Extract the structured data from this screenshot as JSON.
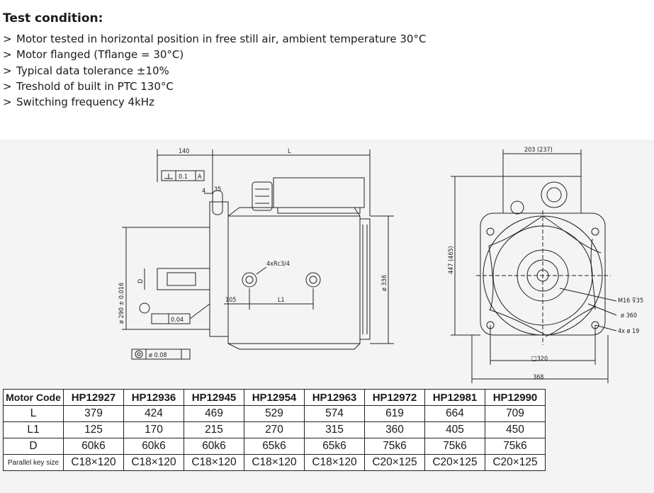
{
  "test_condition": {
    "title": "Test condition:",
    "arrow": ">",
    "items": [
      "Motor tested in horizontal position in free still air, ambient temperature 30°C",
      "Motor flanged (Tflange = 30°C)",
      "Typical data tolerance ±10%",
      "Treshold of built in PTC 130°C",
      "Switching frequency 4kHz"
    ]
  },
  "drawing": {
    "side": {
      "dim_140": "140",
      "dim_L": "L",
      "flatness": "0.1",
      "datum_a": "A",
      "dim_4": "4",
      "dim_35": "35",
      "dim_290": "ø 290 ± 0.016",
      "dim_D": "D",
      "runout": "0.04",
      "concentric": "ø 0.08",
      "thread_label": "4xRc3/4",
      "dim_105": "105",
      "dim_L1": "L1",
      "dim_336": "ø 336"
    },
    "front": {
      "dim_203": "203 (237)",
      "dim_447": "447 (465)",
      "m16": "M16 ⊽35",
      "d360": "ø 360",
      "holes": "4x ø 19",
      "sq320": "□320",
      "dim_368": "368"
    }
  },
  "table": {
    "header_label": "Motor Code",
    "models": [
      "HP12927",
      "HP12936",
      "HP12945",
      "HP12954",
      "HP12963",
      "HP12972",
      "HP12981",
      "HP12990"
    ],
    "rows": [
      {
        "label": "L",
        "values": [
          "379",
          "424",
          "469",
          "529",
          "574",
          "619",
          "664",
          "709"
        ]
      },
      {
        "label": "L1",
        "values": [
          "125",
          "170",
          "215",
          "270",
          "315",
          "360",
          "405",
          "450"
        ]
      },
      {
        "label": "D",
        "values": [
          "60k6",
          "60k6",
          "60k6",
          "65k6",
          "65k6",
          "75k6",
          "75k6",
          "75k6"
        ]
      },
      {
        "label": "Parallel key size",
        "values": [
          "C18×120",
          "C18×120",
          "C18×120",
          "C18×120",
          "C18×120",
          "C20×125",
          "C20×125",
          "C20×125"
        ]
      }
    ]
  }
}
